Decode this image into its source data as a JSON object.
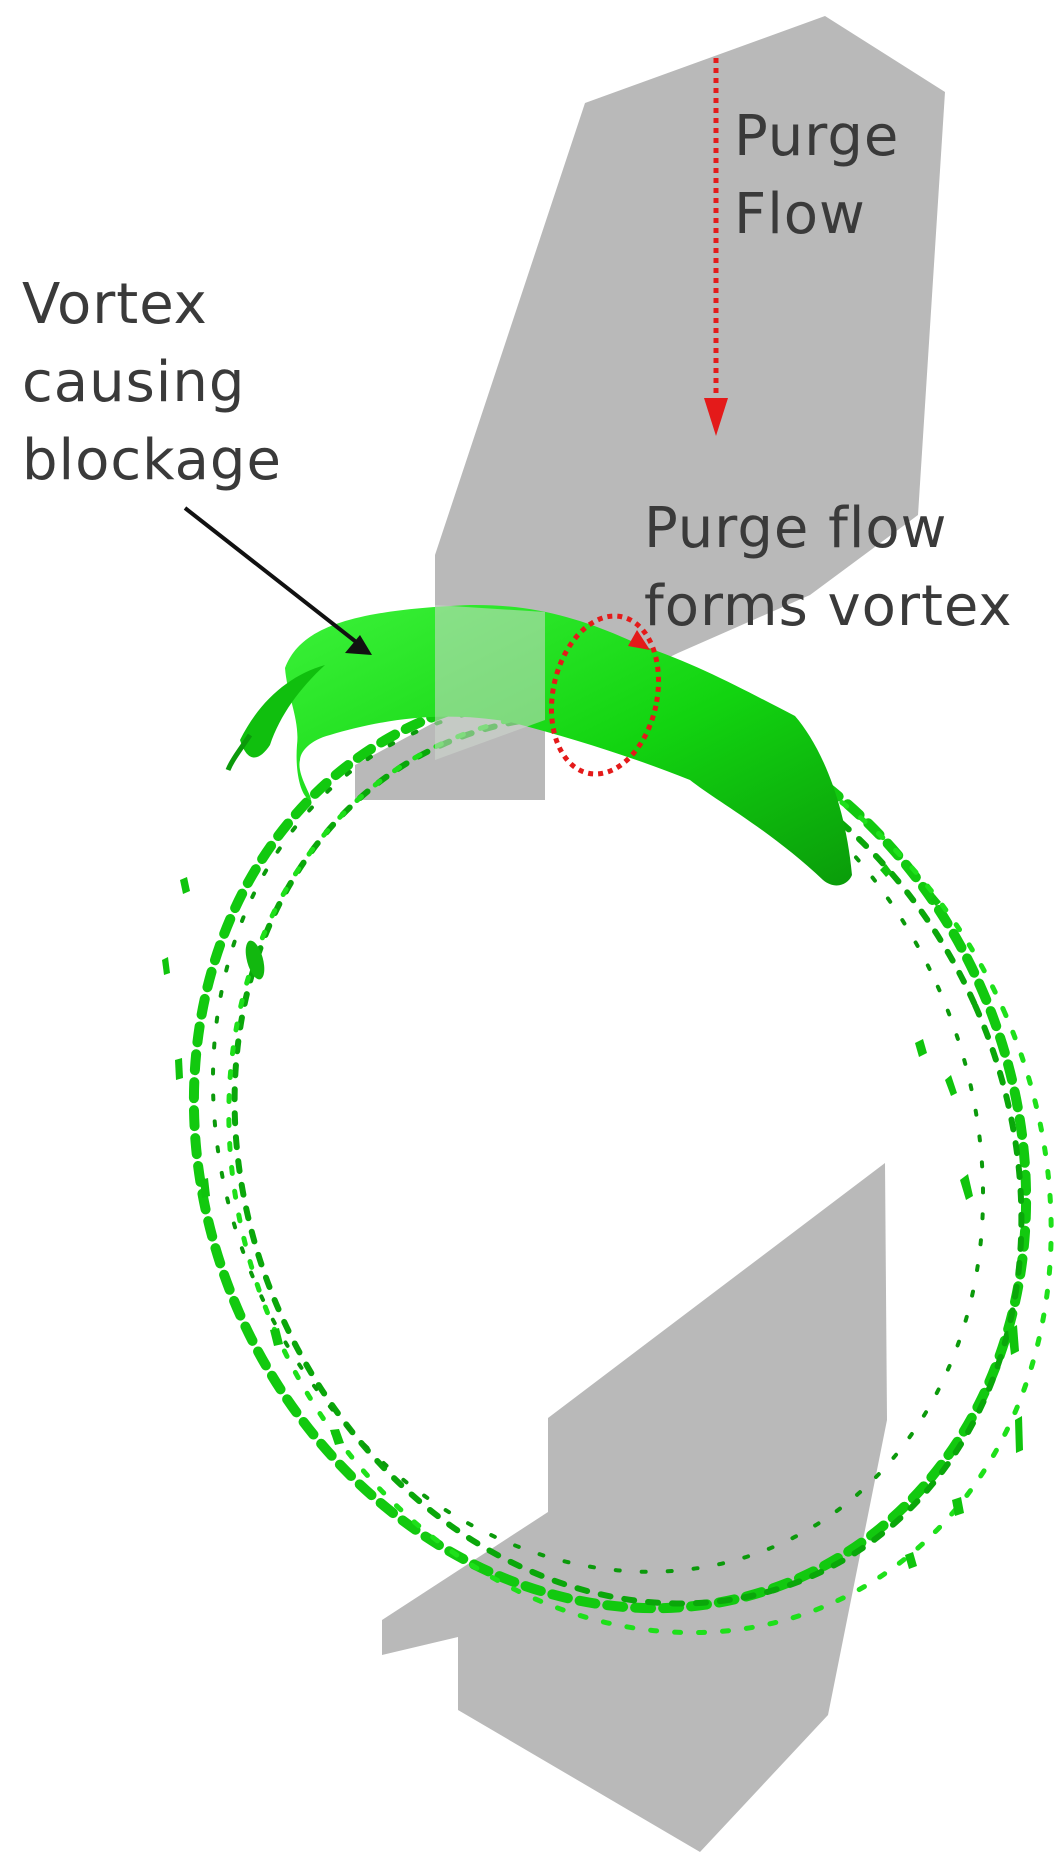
{
  "annotations": {
    "purge_flow": {
      "lines": [
        "Purge",
        "Flow"
      ]
    },
    "vortex_blockage": {
      "lines": [
        "Vortex",
        "causing",
        "blockage"
      ]
    },
    "purge_forms_vortex": {
      "lines": [
        "Purge flow",
        "forms vortex"
      ]
    }
  },
  "colors": {
    "blade_gray": "#b9b9b9",
    "vortex_green": "#15e011",
    "vortex_green_dark": "#0a9a0a",
    "annotation_red": "#e41a1a",
    "pointer_black": "#111111",
    "text": "#3a3a3a"
  },
  "icons": {
    "purge_arrow": "red-dotted-down-arrow-icon",
    "vortex_marker": "red-dotted-ellipse-icon",
    "pointer": "black-arrow-icon"
  }
}
